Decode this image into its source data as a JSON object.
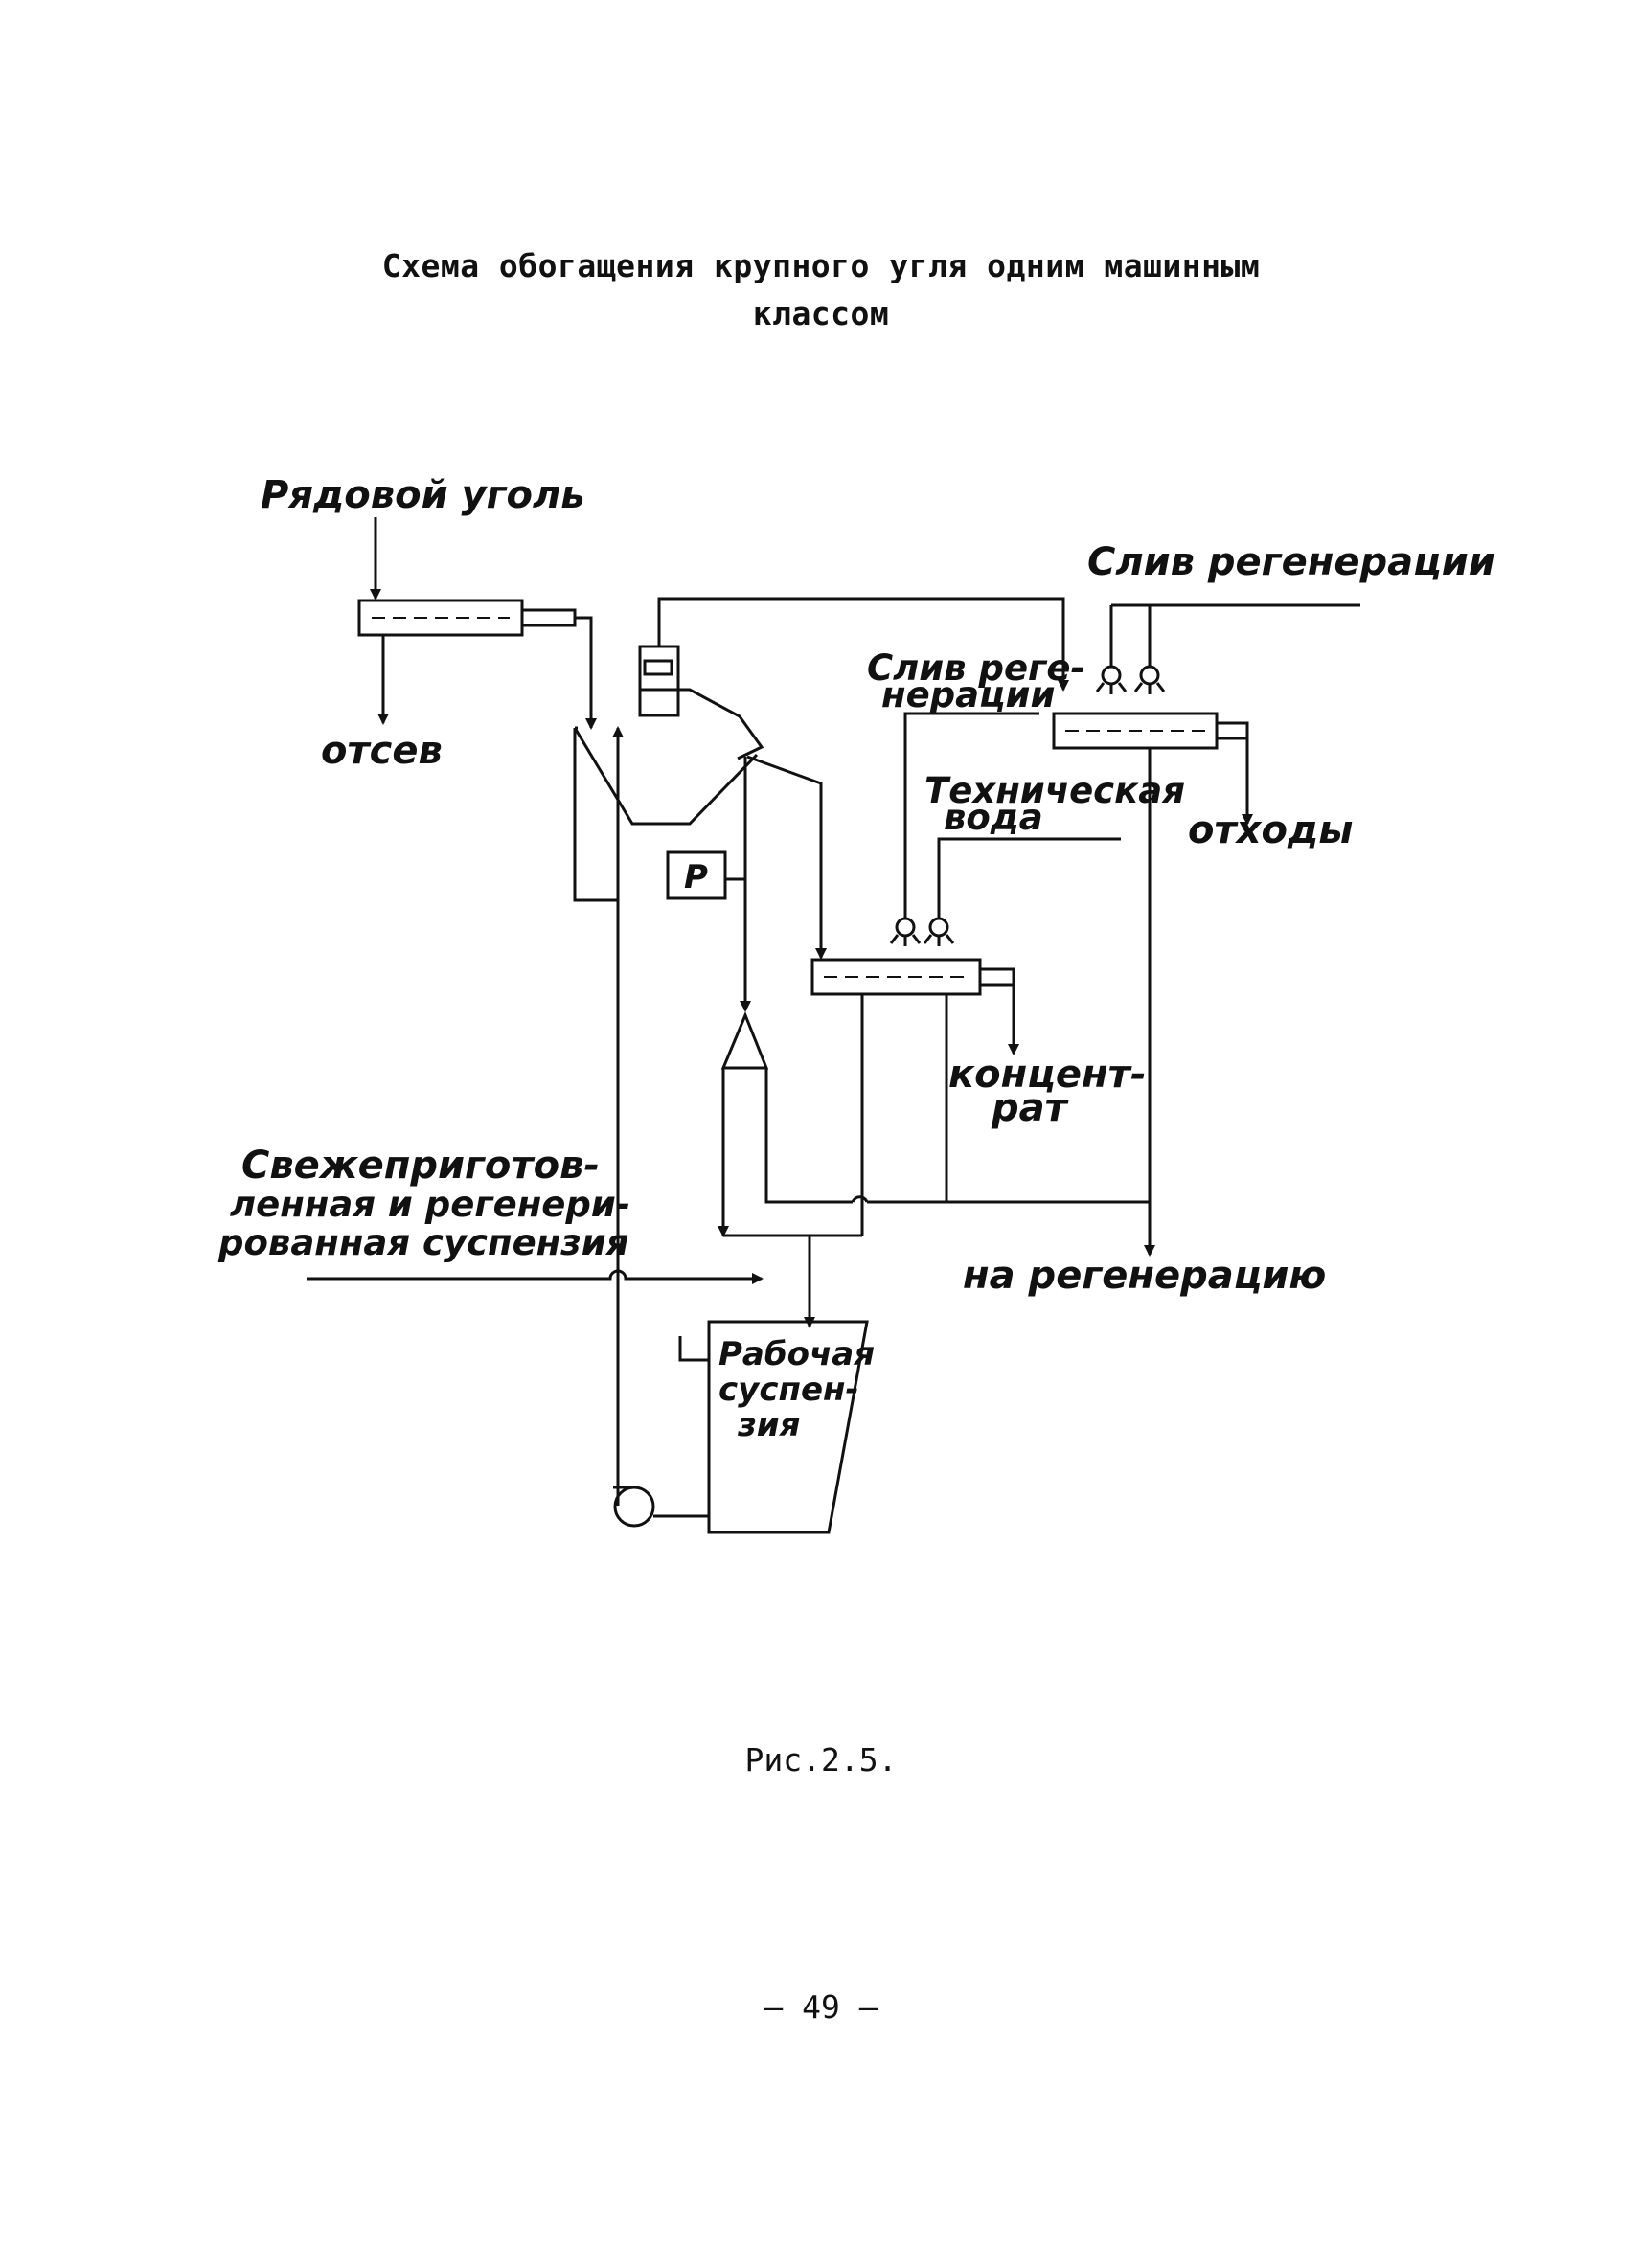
{
  "document": {
    "title_line1": "Схема обогащения крупного угля одним машинным",
    "title_line2": "классом",
    "caption": "Рис.2.5.",
    "page_number": "– 49 –"
  },
  "diagram": {
    "labels": {
      "raw_coal": "Рядовой уголь",
      "screenings": "отсев",
      "regen_drain_top": "Слив регенерации",
      "regen_drain_mid_1": "Слив реге-",
      "regen_drain_mid_2": "нерации",
      "technical_water_1": "Техническая",
      "technical_water_2": "вода",
      "waste": "отходы",
      "densimeter": "Р",
      "concentrate_1": "концент-",
      "concentrate_2": "рат",
      "fresh_suspension_1": "Свежеприготов-",
      "fresh_suspension_2": "ленная и регенери-",
      "fresh_suspension_3": "рованная суспензия",
      "to_regeneration": "на регенерацию",
      "working_suspension_1": "Рабочая",
      "working_suspension_2": "суспен-",
      "working_suspension_3": "зия"
    }
  }
}
